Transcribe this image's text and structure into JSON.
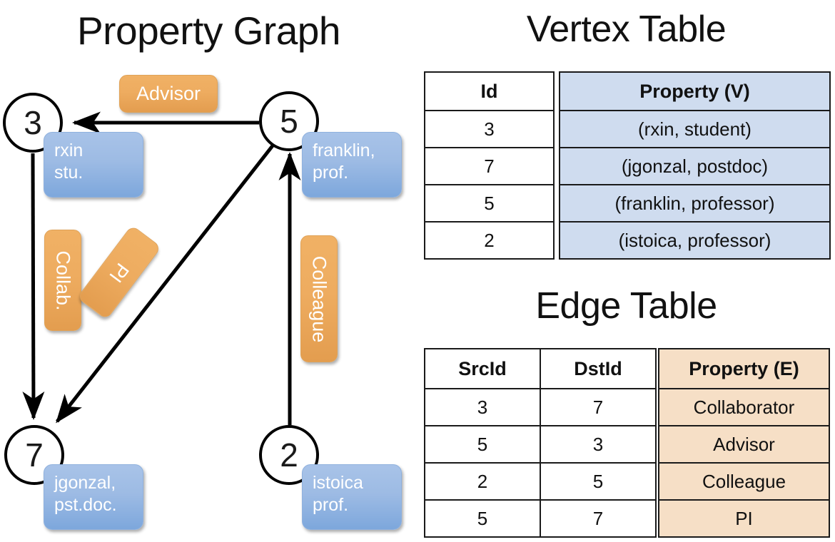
{
  "titles": {
    "property_graph": "Property Graph",
    "vertex_table": "Vertex Table",
    "edge_table": "Edge Table"
  },
  "colors": {
    "vertex_fill": "#cfdcef",
    "edge_fill": "#f6dfc6",
    "node_box_blue": "#9dbbe4",
    "edge_label_orange": "#eeac60",
    "stroke": "#1a1a1a",
    "background": "#ffffff"
  },
  "graph": {
    "nodes": [
      {
        "id": "3",
        "name": "node-3",
        "property_lines": [
          "rxin",
          "stu."
        ]
      },
      {
        "id": "5",
        "name": "node-5",
        "property_lines": [
          "franklin,",
          "prof."
        ]
      },
      {
        "id": "7",
        "name": "node-7",
        "property_lines": [
          "jgonzal,",
          "pst.doc."
        ]
      },
      {
        "id": "2",
        "name": "node-2",
        "property_lines": [
          "istoica",
          "prof."
        ]
      }
    ],
    "node_labels": {
      "n3": "3",
      "n5": "5",
      "n7": "7",
      "n2": "2"
    },
    "property_boxes": {
      "rxin_line1": "rxin",
      "rxin_line2": "stu.",
      "franklin_line1": "franklin,",
      "franklin_line2": "prof.",
      "jgonzal_line1": "jgonzal,",
      "jgonzal_line2": "pst.doc.",
      "istoica_line1": "istoica",
      "istoica_line2": "prof."
    },
    "edge_labels": {
      "advisor": "Advisor",
      "collab": "Collab.",
      "pi": "PI",
      "colleague": "Colleague"
    },
    "edges": [
      {
        "src": "5",
        "dst": "3",
        "label": "Advisor"
      },
      {
        "src": "3",
        "dst": "7",
        "label": "Collab."
      },
      {
        "src": "5",
        "dst": "7",
        "label": "PI"
      },
      {
        "src": "2",
        "dst": "5",
        "label": "Colleague"
      }
    ]
  },
  "vertex_table": {
    "headers": {
      "id": "Id",
      "property": "Property (V)"
    },
    "rows": [
      {
        "id": "3",
        "property": "(rxin, student)"
      },
      {
        "id": "7",
        "property": "(jgonzal, postdoc)"
      },
      {
        "id": "5",
        "property": "(franklin, professor)"
      },
      {
        "id": "2",
        "property": "(istoica, professor)"
      }
    ]
  },
  "edge_table": {
    "headers": {
      "src": "SrcId",
      "dst": "DstId",
      "property": "Property (E)"
    },
    "rows": [
      {
        "src": "3",
        "dst": "7",
        "property": "Collaborator"
      },
      {
        "src": "5",
        "dst": "3",
        "property": "Advisor"
      },
      {
        "src": "2",
        "dst": "5",
        "property": "Colleague"
      },
      {
        "src": "5",
        "dst": "7",
        "property": "PI"
      }
    ]
  }
}
